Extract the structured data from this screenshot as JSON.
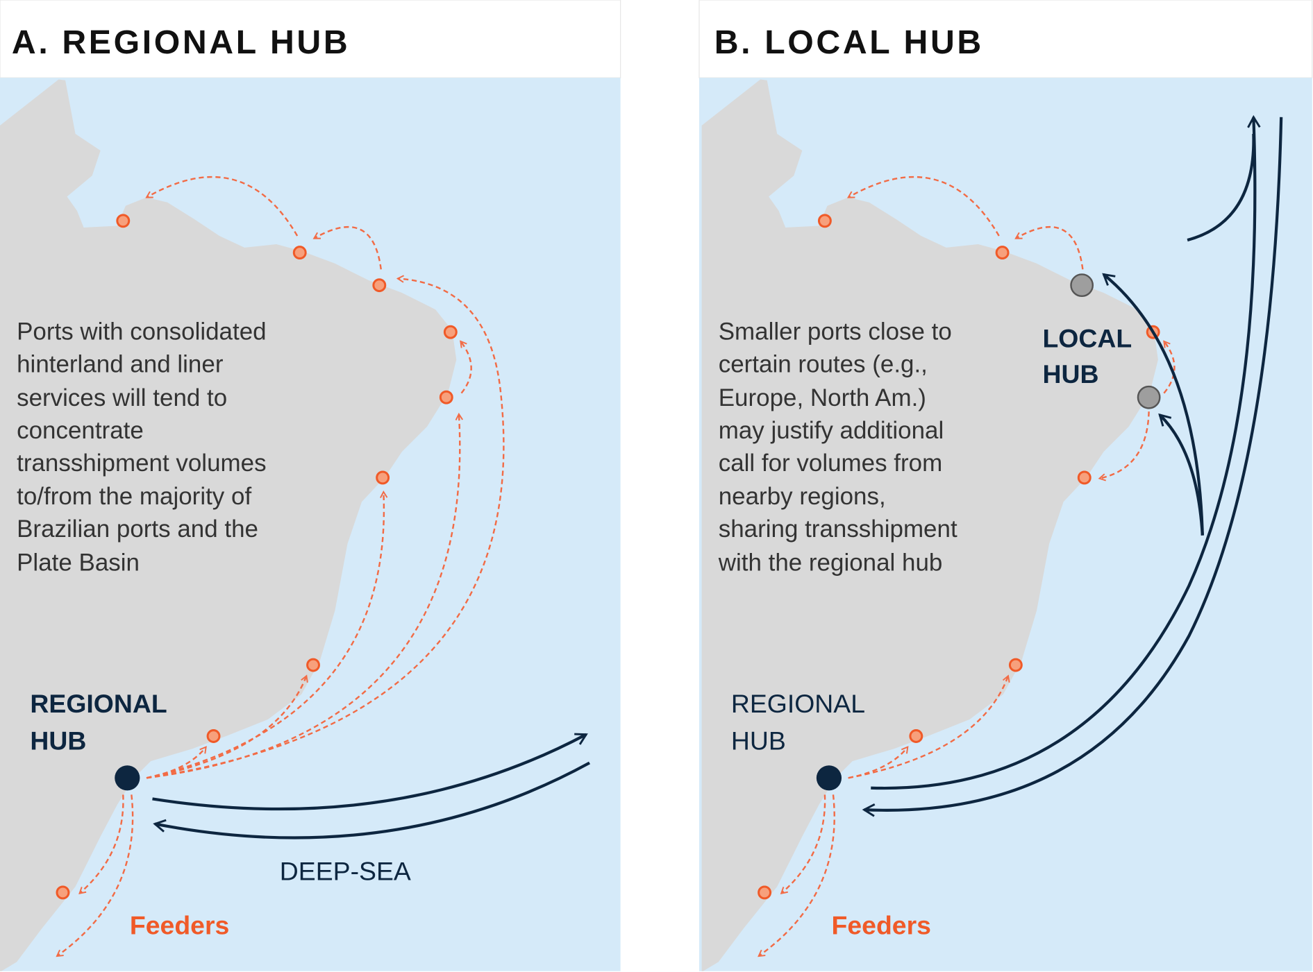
{
  "panel_a": {
    "title": "A. REGIONAL HUB",
    "description": [
      "Ports with consolidated",
      "hinterland and liner",
      "services will tend to",
      "concentrate",
      "transshipment volumes",
      "to/from the majority of",
      "Brazilian ports and the",
      "Plate Basin"
    ],
    "hub_label": [
      "REGIONAL",
      "HUB"
    ],
    "deep_sea_label": "DEEP-SEA",
    "feeders_label": "Feeders"
  },
  "panel_b": {
    "title": "B. LOCAL HUB",
    "description": [
      "Smaller ports close to",
      "certain routes (e.g.,",
      "Europe, North Am.)",
      "may justify additional",
      "call for volumes from",
      "nearby regions,",
      "sharing transshipment",
      "with the regional hub"
    ],
    "local_hub_label": [
      "LOCAL",
      "HUB"
    ],
    "hub_label": [
      "REGIONAL",
      "HUB"
    ],
    "feeders_label": "Feeders"
  },
  "colors": {
    "sea": "#d5eaf9",
    "land": "#d9d9d9",
    "feeder": "#f05a28",
    "deep_sea": "#0d2640",
    "local_hub": "#9e9e9e"
  }
}
